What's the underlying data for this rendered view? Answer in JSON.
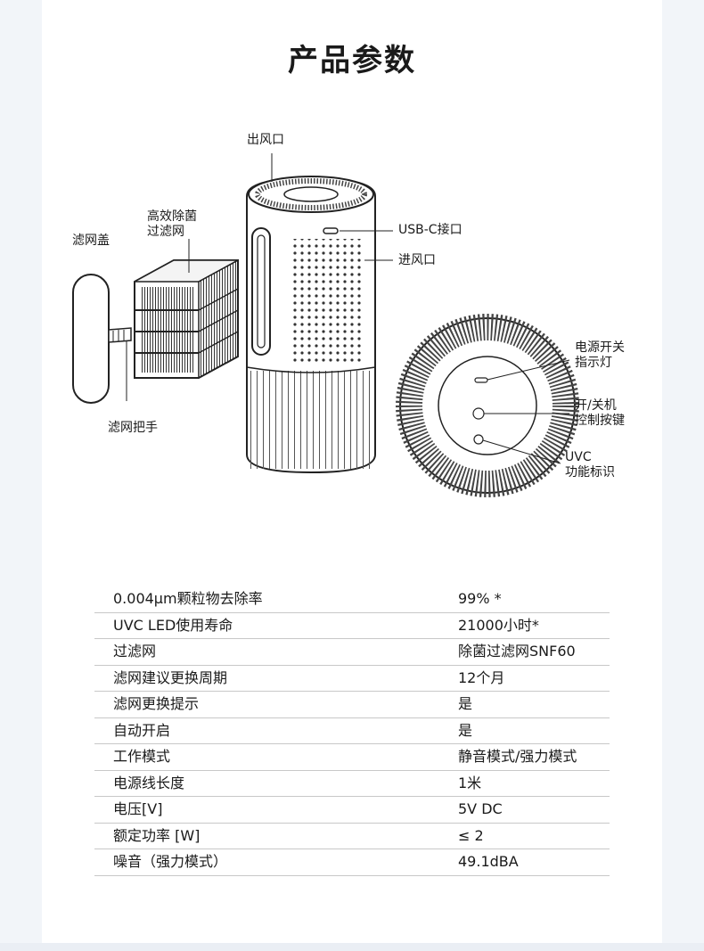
{
  "title": "产品参数",
  "labels": {
    "outlet": "出风口",
    "filter": "高效除菌\n过滤网",
    "filter_cover": "滤网盖",
    "usb": "USB-C接口",
    "inlet": "进风口",
    "filter_handle": "滤网把手",
    "power_indicator": "电源开关\n指示灯",
    "power_button": "开/关机\n控制按键",
    "uvc": "UVC\n功能标识"
  },
  "specs": [
    {
      "key": "0.004μm颗粒物去除率",
      "value": "99% *"
    },
    {
      "key": "UVC LED使用寿命",
      "value": "21000小时*"
    },
    {
      "key": "过滤网",
      "value": "除菌过滤网SNF60"
    },
    {
      "key": "滤网建议更换周期",
      "value": "12个月"
    },
    {
      "key": "滤网更换提示",
      "value": "是"
    },
    {
      "key": "自动开启",
      "value": "是"
    },
    {
      "key": "工作模式",
      "value": "静音模式/强力模式"
    },
    {
      "key": "电源线长度",
      "value": "1米"
    },
    {
      "key": "电压[V]",
      "value": "5V DC"
    },
    {
      "key": "额定功率 [W]",
      "value": "≤ 2"
    },
    {
      "key": "噪音（强力模式）",
      "value": "49.1dBA"
    }
  ]
}
